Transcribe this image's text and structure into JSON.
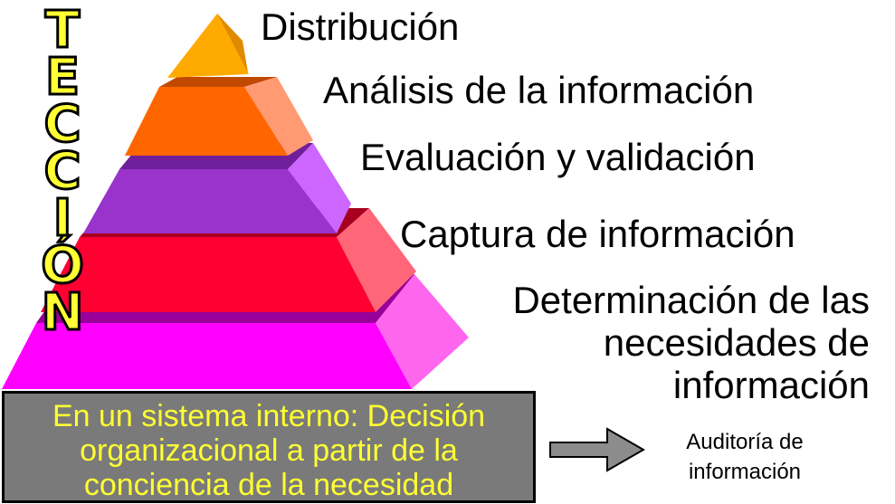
{
  "vertical_title": [
    "T",
    "E",
    "C",
    "C",
    "I",
    "Ó",
    "N"
  ],
  "levels": [
    {
      "label_lines": [
        "Distribución"
      ],
      "colors": {
        "front": "#ffaa00",
        "side": "#e08a00",
        "top": "#ffc24d"
      }
    },
    {
      "label_lines": [
        "Análisis de la información"
      ],
      "colors": {
        "front": "#ff6600",
        "side": "#ff9a73",
        "top": "#c14a00"
      }
    },
    {
      "label_lines": [
        "Evaluación y validación"
      ],
      "colors": {
        "front": "#9933cc",
        "side": "#cc66ff",
        "top": "#6f1f99"
      }
    },
    {
      "label_lines": [
        "Captura de información"
      ],
      "colors": {
        "front": "#ff0033",
        "side": "#ff6677",
        "top": "#a8001f"
      }
    },
    {
      "label_lines": [
        "Determinación de las",
        "necesidades de",
        "información"
      ],
      "colors": {
        "front": "#ff00ff",
        "side": "#ff66ee",
        "top": "#990099"
      }
    }
  ],
  "callout": {
    "lines": [
      "En un sistema interno: Decisión",
      "organizacional a partir de la",
      "conciencia de la necesidad"
    ]
  },
  "arrow_target": {
    "lines": [
      "Auditoría de",
      "información"
    ]
  }
}
